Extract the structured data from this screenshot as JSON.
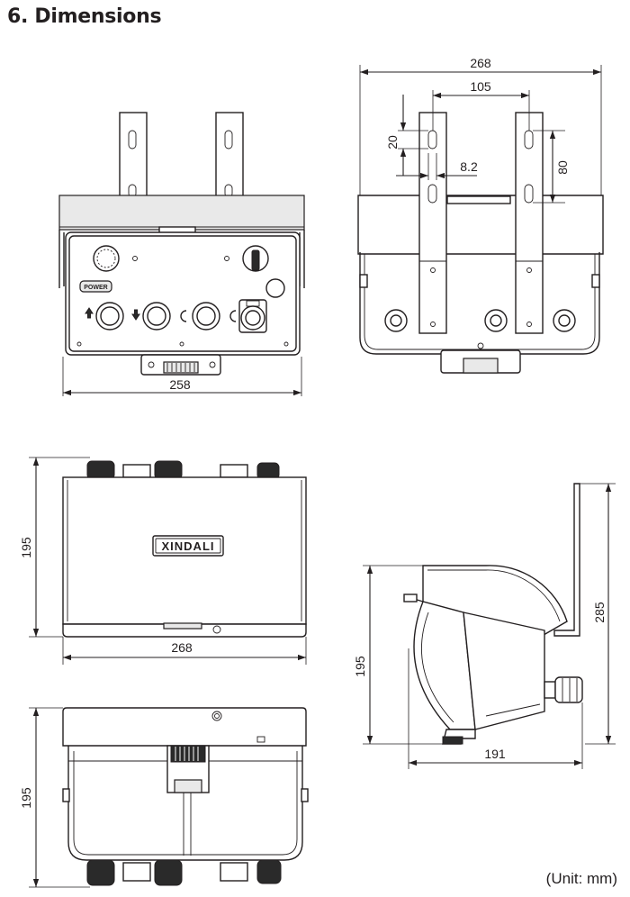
{
  "title": "6. Dimensions",
  "unit_note": "(Unit: mm)",
  "brand_label": "XINDALI",
  "panel_label": "POWER",
  "dimensions": {
    "front_width": "258",
    "rear_total_width": "268",
    "rear_bracket_spacing": "105",
    "rear_slot_offset": "20",
    "rear_slot_width": "8.2",
    "rear_slot_length": "80",
    "top_depth": "195",
    "top_width": "268",
    "bottom_depth": "195",
    "side_height": "195",
    "side_total_height": "285",
    "side_depth": "191"
  }
}
